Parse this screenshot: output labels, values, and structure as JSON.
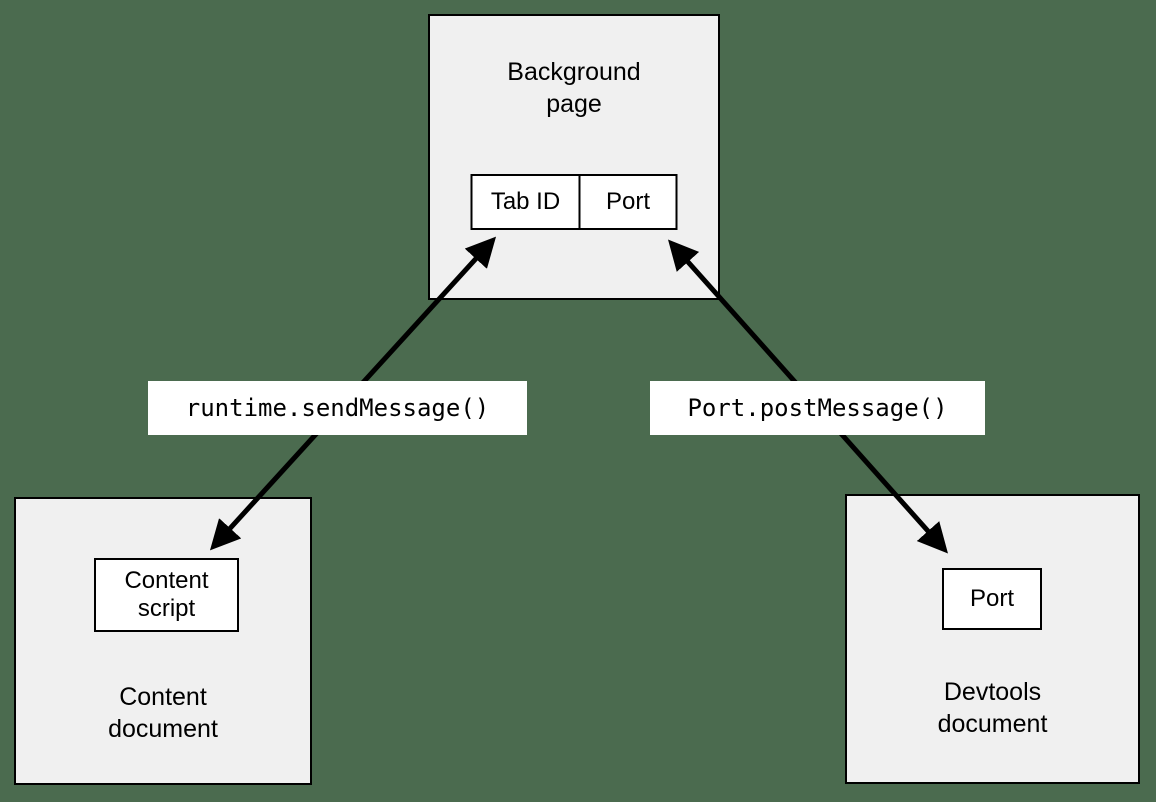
{
  "diagram": {
    "background_page": {
      "title": "Background page",
      "tab_id_label": "Tab ID",
      "port_label": "Port"
    },
    "content_document": {
      "title": "Content document",
      "script_label": "Content script"
    },
    "devtools_document": {
      "title": "Devtools document",
      "port_label": "Port"
    },
    "edges": {
      "left_label": "runtime.sendMessage()",
      "right_label": "Port.postMessage()"
    },
    "colors": {
      "canvas_background": "#4b6b4f",
      "box_fill": "#f0f0f0",
      "inner_box_fill": "#ffffff",
      "border": "#000000",
      "arrow": "#000000",
      "label_background": "#ffffff"
    }
  }
}
